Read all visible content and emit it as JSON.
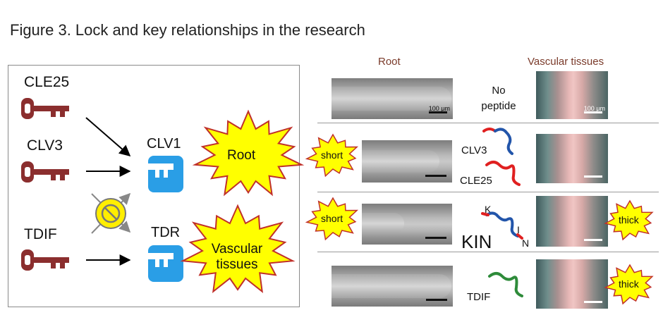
{
  "title": "Figure 3. Lock and key relationships in the research",
  "left_panel": {
    "keys": [
      {
        "label": "CLE25"
      },
      {
        "label": "CLV3"
      },
      {
        "label": "TDIF"
      }
    ],
    "receptors": [
      {
        "label": "CLV1"
      },
      {
        "label": "TDR"
      }
    ],
    "outcomes": [
      {
        "label": "Root"
      },
      {
        "label": "Vascular tissues"
      }
    ],
    "colors": {
      "key": "#8b2e2e",
      "receptor": "#2a9ee6",
      "star_fill": "#ffff00",
      "star_stroke": "#c0302a",
      "prohibit_fill": "#ffee00"
    }
  },
  "right_panel": {
    "column_headers": {
      "root": "Root",
      "vascular": "Vascular tissues"
    },
    "scale_label": "100 μm",
    "rows": [
      {
        "peptide_text": "No peptide",
        "root_badge": "",
        "vascular_badge": ""
      },
      {
        "peptide_labels": [
          "CLV3",
          "CLE25"
        ],
        "root_badge": "short",
        "vascular_badge": ""
      },
      {
        "peptide_labels": [
          "KIN"
        ],
        "residues": [
          "K",
          "I",
          "N"
        ],
        "root_badge": "short",
        "vascular_badge": "thick"
      },
      {
        "peptide_labels": [
          "TDIF"
        ],
        "root_badge": "",
        "vascular_badge": "thick"
      }
    ],
    "peptide_colors": {
      "blue": "#2255aa",
      "red": "#e02020",
      "green": "#2e8b3a"
    }
  }
}
